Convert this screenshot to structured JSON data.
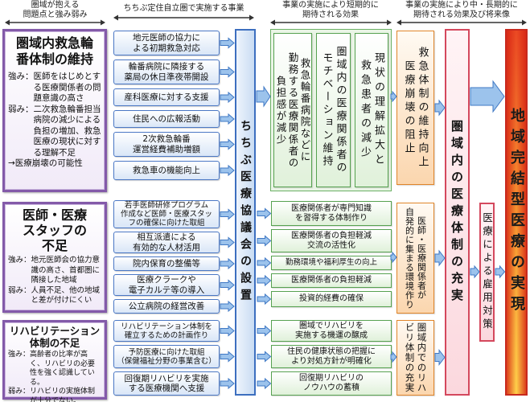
{
  "header": {
    "col1": "圏域が抱える\n問題点と強み弱み",
    "col2": "ちちぶ定住自立圏で実施する事業",
    "col3": "事業の実施により短期的に\n期待される効果",
    "col4": "事業の実施により中・長期的に\n期待される効果及び将来像"
  },
  "problems": [
    {
      "title": "圏域内救急輪\n番体制の維持",
      "strength": "強み：医師をはじめとする医療関係者の問題意識の高さ",
      "weakness": "弱み：二次救急輪番担当病院の減少による負担の増加、救急医療の現状に対する理解不足",
      "note": "→医療崩壊の可能性"
    },
    {
      "title": "医師・医療\nスタッフの\n不足",
      "strength": "強み：地元医師会の協力意識の高さ、首都圏に隣接した地域",
      "weakness": "弱み：人員不足、他の地域と差が付けにくい"
    },
    {
      "title": "リハビリテーション\n体制の不足",
      "strength": "強み：高齢者の比率が高く、リハビリの必要性を強く認識している。",
      "weakness": "弱み：リハビリの実施体制が十分でない。"
    }
  ],
  "projects": {
    "emergency": [
      "地元医師の協力に\nよる初期救急対応",
      "輪番病院に隣接する\n薬局の休日準夜帯開設",
      "産科医療に対する支援",
      "住民への広報活動",
      "2次救急輪番\n運営経費補助増額",
      "救急車の機能向上"
    ],
    "staff": [
      "若手医師研修プログラム\n作成など医師・医療スタッ\nフの確保に向けた取組",
      "相互派遣による\n有効的な人材活用",
      "院内保育の整備等",
      "医療クラークや\n電子カルテ等の導入",
      "公立病院の経営改善"
    ],
    "rehab": [
      "リハビリテーション体制を\n確立するための計画作り",
      "予防医療に向けた取組\n（保健福祉分野の事業含む）",
      "回復期リハビリを実施\nする医療機関へ支援"
    ]
  },
  "council": "ちちぶ医療協議会の設置",
  "short_term": {
    "emergency": [
      "救急輪番病院などに\n勤務する医療関係者の\n負担感が減少",
      "圏域内の医療関係者の\nモチベーション維持",
      "現状の理解拡大と\n救急患者の減少"
    ],
    "staff": [
      "医療関係者が専門知識\nを習得する体制作り",
      "医療関係者の負担軽減\n交流の活性化",
      "勤務環境や福利厚生の向上",
      "医療関係者の負担軽減",
      "投資的経費の確保"
    ],
    "rehab": [
      "圏域でリハビリを\n実施する機運の醸成",
      "住民の健康状態の把握に\nより対処方針が明確化",
      "回復期リハビリの\nノウハウの蓄積"
    ]
  },
  "mid_long": [
    "救急体制の維持向上\n医療崩壊の阻止",
    "医師・医療関係者が\n自発的に集まる環境作り",
    "圏域内でのリハ\nビリ体制の充実"
  ],
  "outcomes": {
    "regional_care": "圏域内の医療体制の充実",
    "employment": "医療による雇用対策",
    "final": "地域完結型医療の実現"
  },
  "colors": {
    "problem_border": "#835aa9",
    "project_border": "#4a77c4",
    "effect_border": "#56a150",
    "mid_long_border": "#e0852a",
    "outcome_border": "#d4485d",
    "final_border": "#c82a1e",
    "arrow_fill": "#9cc3ec"
  }
}
